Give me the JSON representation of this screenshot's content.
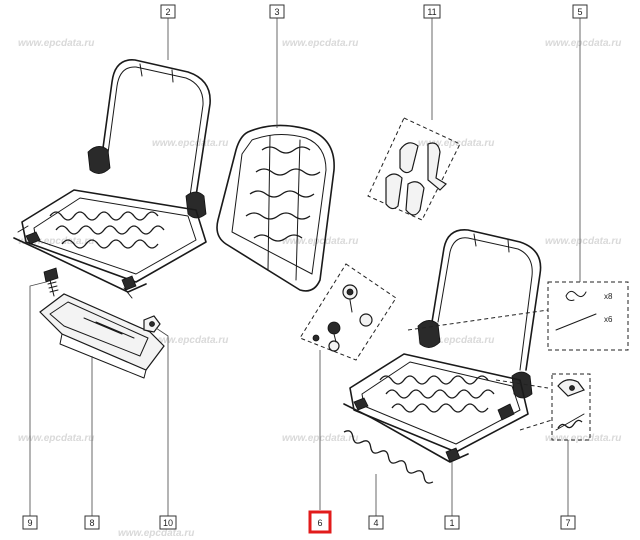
{
  "diagram": {
    "watermark": "www.epcdata.ru",
    "callouts": [
      {
        "id": "c1",
        "label": "1"
      },
      {
        "id": "c2",
        "label": "2"
      },
      {
        "id": "c3",
        "label": "3"
      },
      {
        "id": "c4",
        "label": "4"
      },
      {
        "id": "c5",
        "label": "5"
      },
      {
        "id": "c6",
        "label": "6",
        "highlighted": true
      },
      {
        "id": "c7",
        "label": "7"
      },
      {
        "id": "c8",
        "label": "8"
      },
      {
        "id": "c9",
        "label": "9"
      },
      {
        "id": "c10",
        "label": "10"
      },
      {
        "id": "c11",
        "label": "11"
      }
    ],
    "quantities": {
      "clip_qty": "x8",
      "pin_qty": "x6"
    },
    "highlight_color": "#e21b1b"
  }
}
